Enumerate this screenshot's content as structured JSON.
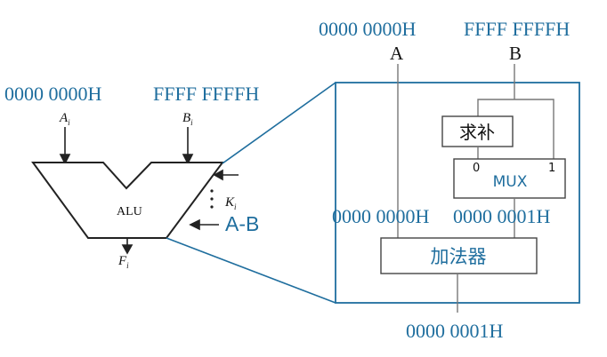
{
  "alu": {
    "input_a_value": "0000 0000H",
    "input_b_value": "FFFF FFFFH",
    "input_a_label": "A",
    "input_a_sub": "i",
    "input_b_label": "B",
    "input_b_sub": "i",
    "name": "ALU",
    "control_label": "K",
    "control_sub": "i",
    "operation": "A-B",
    "output_label": "F",
    "output_sub": "i"
  },
  "detail": {
    "top_a_value": "0000 0000H",
    "top_b_value": "FFFF FFFFH",
    "port_a_label": "A",
    "port_b_label": "B",
    "complement_label": "求补",
    "mux_label": "MUX",
    "mux_input_0": "0",
    "mux_input_1": "1",
    "adder_in_a_value": "0000 0000H",
    "adder_in_b_value": "0000 0001H",
    "adder_label": "加法器",
    "output_value": "0000 0001H"
  },
  "colors": {
    "blue": "#1f6e9e",
    "line": "#1f6e9e",
    "box_line": "#444444"
  }
}
